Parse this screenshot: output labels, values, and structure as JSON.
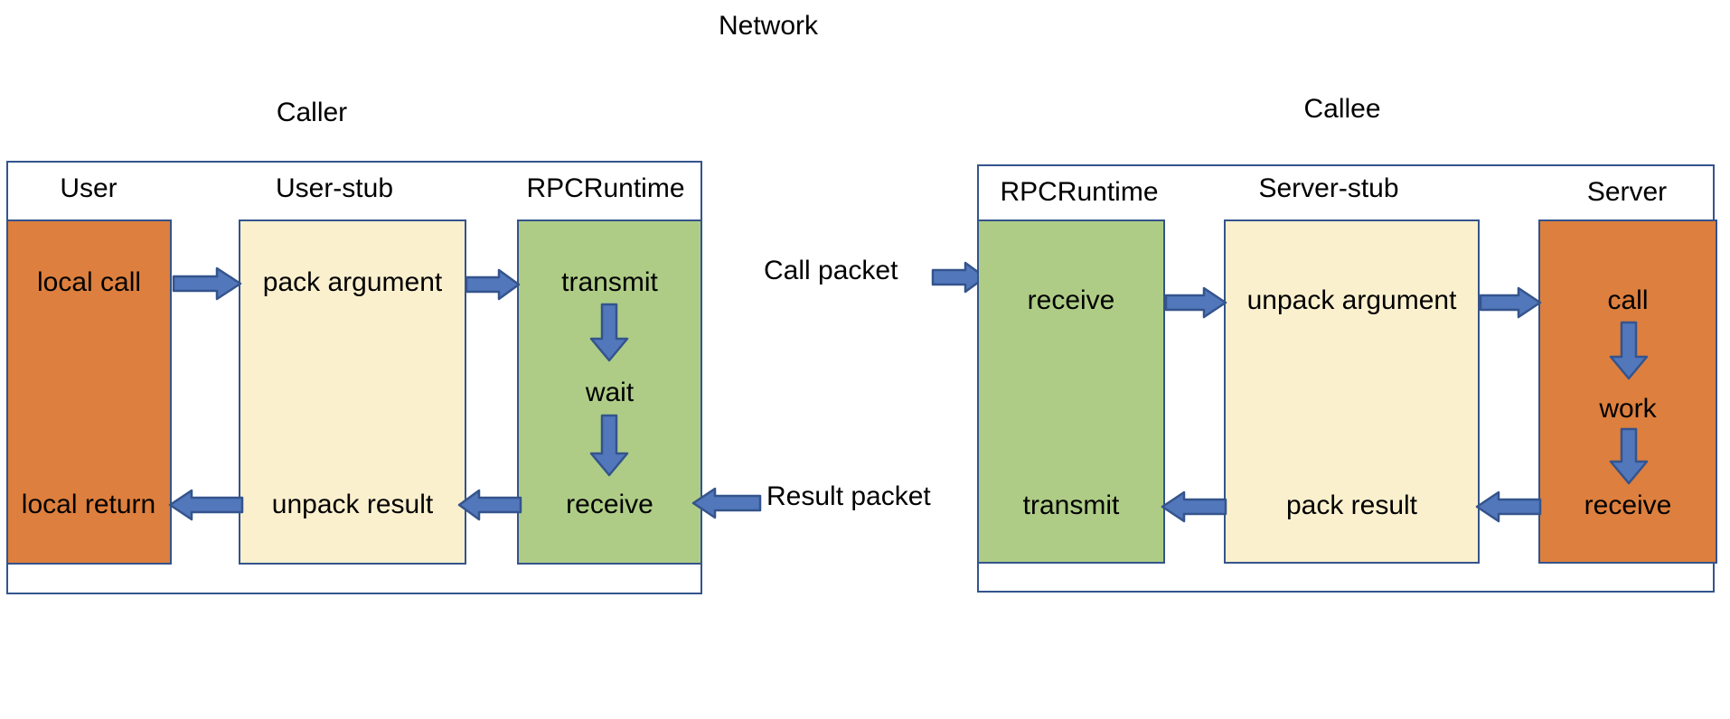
{
  "diagram": {
    "title": "Network",
    "type": "rpc-call-flow"
  },
  "caller": {
    "caption": "Caller",
    "columns": [
      {
        "label": "User",
        "color": "#DD7F3E",
        "steps": [
          "local call",
          "local return"
        ]
      },
      {
        "label": "User-stub",
        "color": "#FBF0CE",
        "steps": [
          "pack argument",
          "unpack result"
        ]
      },
      {
        "label": "RPCRuntime",
        "color": "#AECC86",
        "steps": [
          "transmit",
          "wait",
          "receive"
        ]
      }
    ]
  },
  "callee": {
    "caption": "Callee",
    "columns": [
      {
        "label": "RPCRuntime",
        "color": "#AECC86",
        "steps": [
          "receive",
          "transmit"
        ]
      },
      {
        "label": "Server-stub",
        "color": "#FBF0CE",
        "steps": [
          "unpack argument",
          "pack result"
        ]
      },
      {
        "label": "Server",
        "color": "#DD7F3E",
        "steps": [
          "call",
          "work",
          "receive"
        ]
      }
    ]
  },
  "network": {
    "call_packet_label": "Call packet",
    "result_packet_label": "Result packet"
  },
  "colors": {
    "orange": "#DD7F3E",
    "cream": "#FBF0CE",
    "green": "#AECC86",
    "border_blue": "#34548C",
    "arrow_fill": "#5277BB",
    "arrow_stroke": "#34548C",
    "background": "#FFFFFF"
  }
}
